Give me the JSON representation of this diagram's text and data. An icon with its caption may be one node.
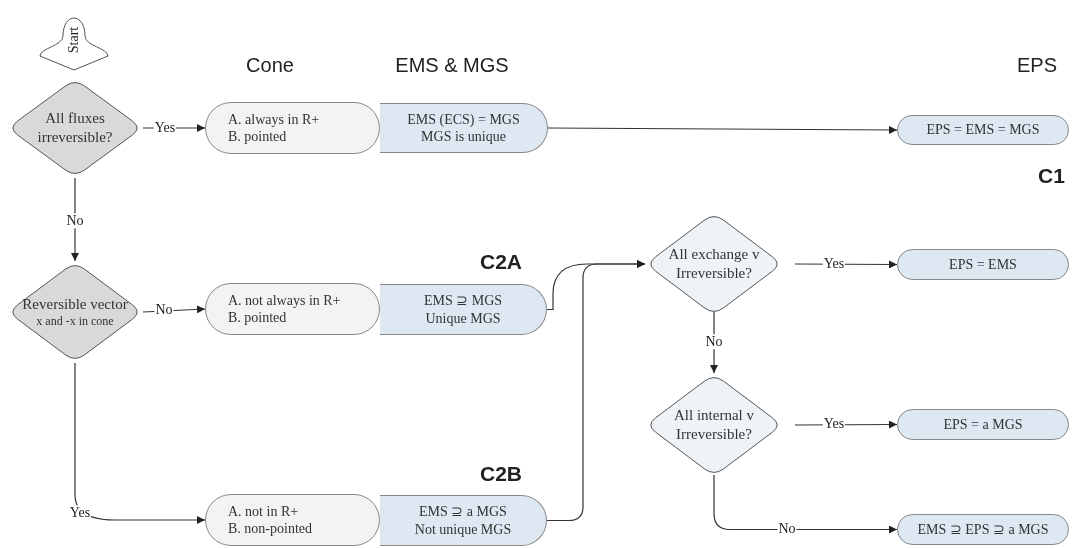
{
  "diagram": {
    "nodes": [
      {
        "text": [
          "Start"
        ]
      },
      {
        "text": [
          "All fluxes irreversible?"
        ]
      },
      {
        "text": [
          "A. always in R+",
          "B. pointed"
        ]
      },
      {
        "text": [
          "EMS (ECS) = MGS",
          "MGS is unique"
        ]
      },
      {
        "text": [
          "EPS = EMS = MGS"
        ],
        "beside": [
          "C1"
        ]
      },
      {
        "text": [
          "Reversible vector",
          "x and -x in cone"
        ]
      },
      {
        "text": [
          "A. not always in R+",
          "B. pointed"
        ]
      },
      {
        "text": [
          "EMS ⊇ MGS",
          "Unique MGS"
        ],
        "beside": [
          "C2A"
        ]
      },
      {
        "text": [
          "A. not in R+",
          "B. non-pointed"
        ]
      },
      {
        "text": [
          "EMS ⊇ a MGS",
          "Not unique MGS"
        ],
        "beside": [
          "C2B"
        ]
      },
      {
        "text": [
          "All exchange v Irreversible?"
        ]
      },
      {
        "text": [
          "EPS = EMS"
        ]
      },
      {
        "text": [
          "All internal v Irreversible?"
        ]
      },
      {
        "text": [
          "EPS = a MGS"
        ]
      },
      {
        "text": [
          "EMS ⊇ EPS ⊇ a MGS"
        ]
      }
    ],
    "edges": [
      {
        "from": 1,
        "to": 2,
        "arrow": "to",
        "label": "Yes"
      },
      {
        "from": 3,
        "to": 4,
        "arrow": "to"
      },
      {
        "from": 1,
        "to": 5,
        "arrow": "to",
        "label": "No"
      },
      {
        "from": 5,
        "to": 6,
        "arrow": "to",
        "label": "No"
      },
      {
        "from": 5,
        "to": 8,
        "arrow": "to",
        "label": "Yes"
      },
      {
        "from": 7,
        "to": 10,
        "arrow": "to"
      },
      {
        "from": 9,
        "to": 10,
        "arrow": "to"
      },
      {
        "from": 10,
        "to": 11,
        "arrow": "to",
        "label": "Yes"
      },
      {
        "from": 10,
        "to": 12,
        "arrow": "to",
        "label": "No"
      },
      {
        "from": 12,
        "to": 13,
        "arrow": "to",
        "label": "Yes"
      },
      {
        "from": 12,
        "to": 14,
        "arrow": "to",
        "label": "No"
      }
    ],
    "labels": [
      "Cone",
      "EMS & MGS",
      "EPS"
    ]
  }
}
